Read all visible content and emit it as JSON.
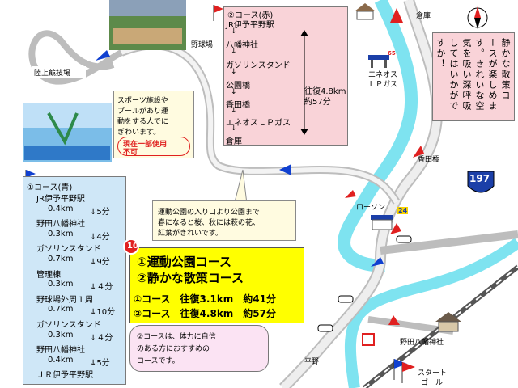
{
  "red_course": {
    "header": "②コース(赤)",
    "stops": [
      "JR伊予平野駅",
      "八幡神社",
      "ガソリンスタンド",
      "公園橋",
      "香田橋",
      "エネオスＬＰガス",
      "倉庫"
    ],
    "distance": "往復4.8km",
    "time": "約57分"
  },
  "blue_course": {
    "header": "①コース(青)",
    "rows": [
      {
        "stop": "JR伊予平野駅"
      },
      {
        "dist": "0.4km",
        "time": "↓5分"
      },
      {
        "stop": "野田八幡神社"
      },
      {
        "dist": "0.3km",
        "time": "↓4分"
      },
      {
        "stop": "ガソリンスタンド"
      },
      {
        "dist": "0.7km",
        "time": "↓9分"
      },
      {
        "stop": "管理棟"
      },
      {
        "dist": "0.3km",
        "time": "↓４分"
      },
      {
        "stop": "野球場外周１周"
      },
      {
        "dist": "0.7km",
        "time": "↓10分"
      },
      {
        "stop": "ガソリンスタンド"
      },
      {
        "dist": "0.3km",
        "time": "↓４分"
      },
      {
        "stop": "野田八幡神社"
      },
      {
        "dist": "0.4km",
        "time": "↓5分"
      },
      {
        "stop": "ＪＲ伊予平野駅"
      }
    ]
  },
  "main_box": {
    "badge": "10",
    "line1": "①運動公園コース",
    "line2": "②静かな散策コース",
    "line3": "①コース　往復3.1km　約41分",
    "line4": "②コース　往復4.8km　約57分"
  },
  "notes": {
    "sports": [
      "スポーツ施設や",
      "プールがあり運",
      "動をする人でに",
      "ぎわいます。"
    ],
    "sports_warning": [
      "現在一部使用",
      "不可"
    ],
    "park": [
      "運動公園の入り口より公園まで",
      "春になると桜、秋には萩の花、",
      "紅葉がきれいです。"
    ],
    "quiet": [
      "静かな散策コ",
      "ースが楽しめま",
      "す。きれいな空",
      "気を吸い深呼吸",
      "してはいかがで",
      "すか！"
    ],
    "course2": [
      "②コースは、体力に自信",
      "のある方におすすめの",
      "コースです。"
    ]
  },
  "labels": {
    "stadium": "野球場",
    "track": "陸上競技場",
    "eneos": "エネオス",
    "lpgas": "ＬＰガス",
    "warehouse": "倉庫",
    "kodabashi": "香田橋",
    "lawson": "ローソン",
    "lawson_num": "24",
    "route_num": "197",
    "shrine": "野田八幡神社",
    "hirano": "平野",
    "start": "スタート",
    "goal": "ゴール",
    "gas_num": "65"
  },
  "colors": {
    "river": "#7ee3f0",
    "road": "#cfcfcf",
    "red_route": "#e02020",
    "blue_route": "#1040d0",
    "pink_box": "#f9d3d8",
    "blue_box": "#cfe7f7",
    "yellow_box": "#ffff00"
  }
}
